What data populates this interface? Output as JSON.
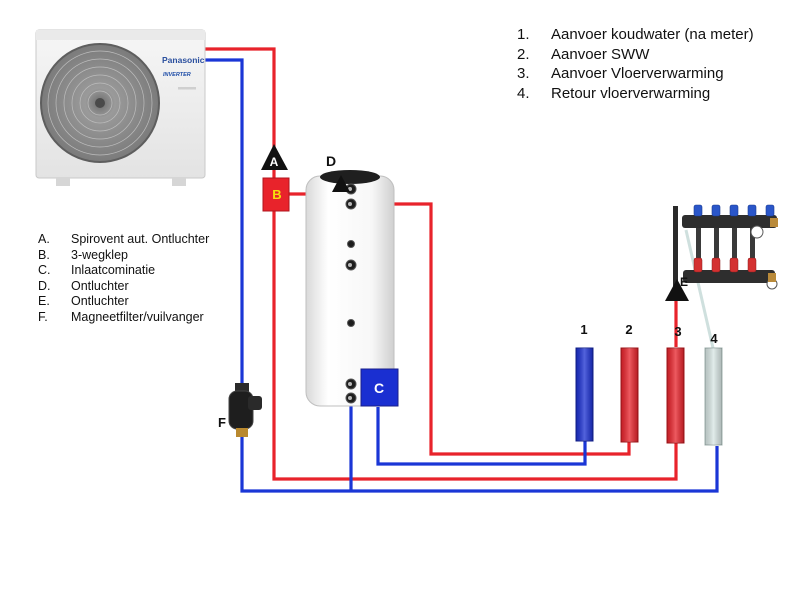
{
  "outdoor_unit": {
    "brand": "Panasonic",
    "sub_brand": "INVERTER"
  },
  "legend_numbered": [
    {
      "num": "1.",
      "text": "Aanvoer koudwater (na meter)"
    },
    {
      "num": "2.",
      "text": "Aanvoer SWW"
    },
    {
      "num": "3.",
      "text": "Aanvoer Vloerverwarming"
    },
    {
      "num": "4.",
      "text": "Retour vloerverwarming"
    }
  ],
  "legend_lettered": [
    {
      "num": "A.",
      "text": "Spirovent aut. Ontluchter"
    },
    {
      "num": "B.",
      "text": "3-wegklep"
    },
    {
      "num": "C.",
      "text": "Inlaatcominatie"
    },
    {
      "num": "D.",
      "text": "Ontluchter"
    },
    {
      "num": "E.",
      "text": "Ontluchter"
    },
    {
      "num": "F.",
      "text": "Magneetfilter/vuilvanger"
    }
  ],
  "component_labels": {
    "A": "A",
    "B": "B",
    "C": "C",
    "D": "D",
    "E": "E",
    "F": "F"
  },
  "connection_labels": {
    "c1": "1",
    "c2": "2",
    "c3": "3",
    "c4": "4"
  },
  "colors": {
    "supply_hot": "#e8232b",
    "return_cold": "#1a36d6",
    "connector_1": "#1a2fd1",
    "connector_2": "#e8232b",
    "connector_3": "#e8232b",
    "connector_4": "#d8e6e4",
    "valve_B": "#e8232b",
    "valve_B_text": "#f5e10d",
    "inlet_C": "#1a2fd1",
    "tank_body": "#f4f4f4",
    "tank_cap": "#1f1f1f"
  }
}
